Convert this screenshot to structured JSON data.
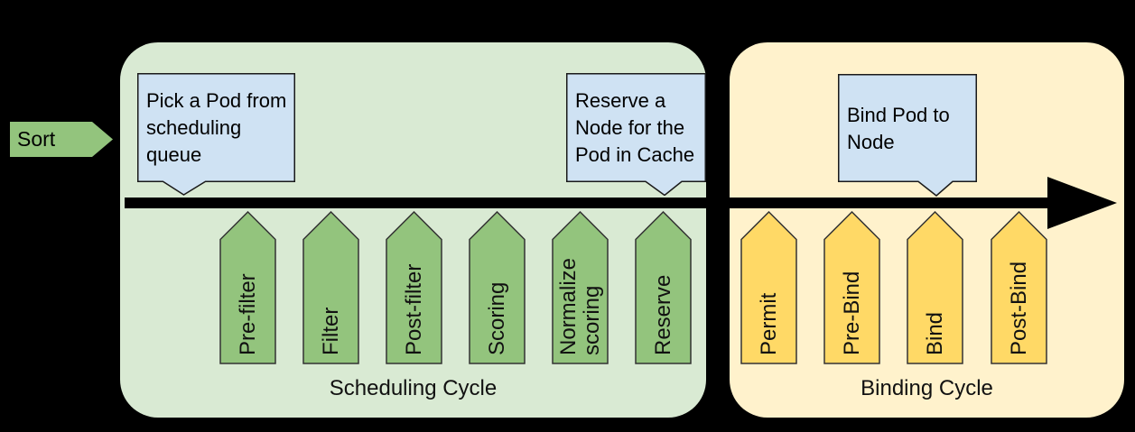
{
  "diagram": {
    "kind": "kubernetes-scheduling-framework-flow",
    "background": "#000000"
  },
  "sort": {
    "label": "Sort"
  },
  "callouts": [
    {
      "id": "pick-pod",
      "text": "Pick a Pod from\nscheduling\nqueue"
    },
    {
      "id": "reserve-node",
      "text": "Reserve a\nNode for the\nPod in Cache"
    },
    {
      "id": "bind-pod",
      "text": "Bind Pod to\nNode"
    }
  ],
  "scheduling_cycle": {
    "label": "Scheduling Cycle",
    "extension_points": [
      "Pre-filter",
      "Filter",
      "Post-filter",
      "Scoring",
      "Normalize scoring",
      "Reserve"
    ]
  },
  "binding_cycle": {
    "label": "Binding Cycle",
    "extension_points": [
      "Permit",
      "Pre-Bind",
      "Bind",
      "Post-Bind"
    ]
  },
  "colors": {
    "scheduling_container": "#d9ead3",
    "binding_container": "#fff2cc",
    "scheduling_shape": "#93c47d",
    "binding_shape": "#ffd966",
    "callout_fill": "#cfe2f3",
    "arrow": "#000000",
    "outline": "#333333"
  }
}
